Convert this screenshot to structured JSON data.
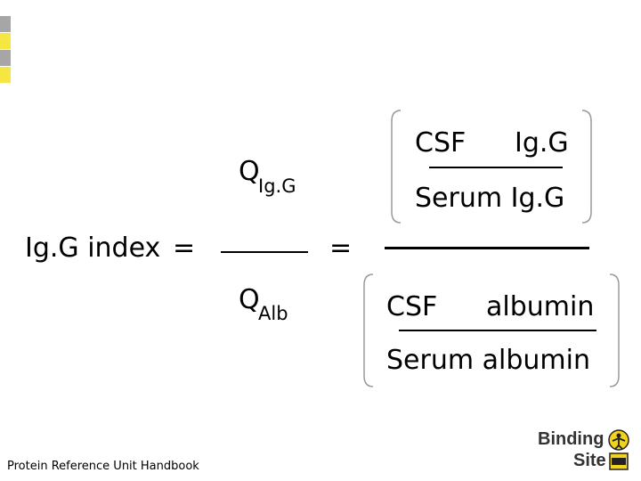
{
  "formula": {
    "lhs_label": "Ig.G index",
    "equals_1": "=",
    "equals_2": "=",
    "q_letter_top": "Q",
    "q_subscript_top": "Ig.G",
    "q_letter_bottom": "Q",
    "q_subscript_bottom": "Alb",
    "upper_numerator_left": "CSF",
    "upper_numerator_right": "Ig.G",
    "upper_denominator": "Serum Ig.G",
    "lower_numerator_left": "CSF",
    "lower_numerator_right": "albumin",
    "lower_denominator": "Serum albumin"
  },
  "footer": {
    "text": "Protein Reference Unit Handbook"
  },
  "logo": {
    "line1": "Binding",
    "line2": "Site"
  },
  "colors": {
    "stripe_gray": "#a6a6a6",
    "stripe_yellow": "#f5e642",
    "logo_yellow": "#f2d21b"
  }
}
